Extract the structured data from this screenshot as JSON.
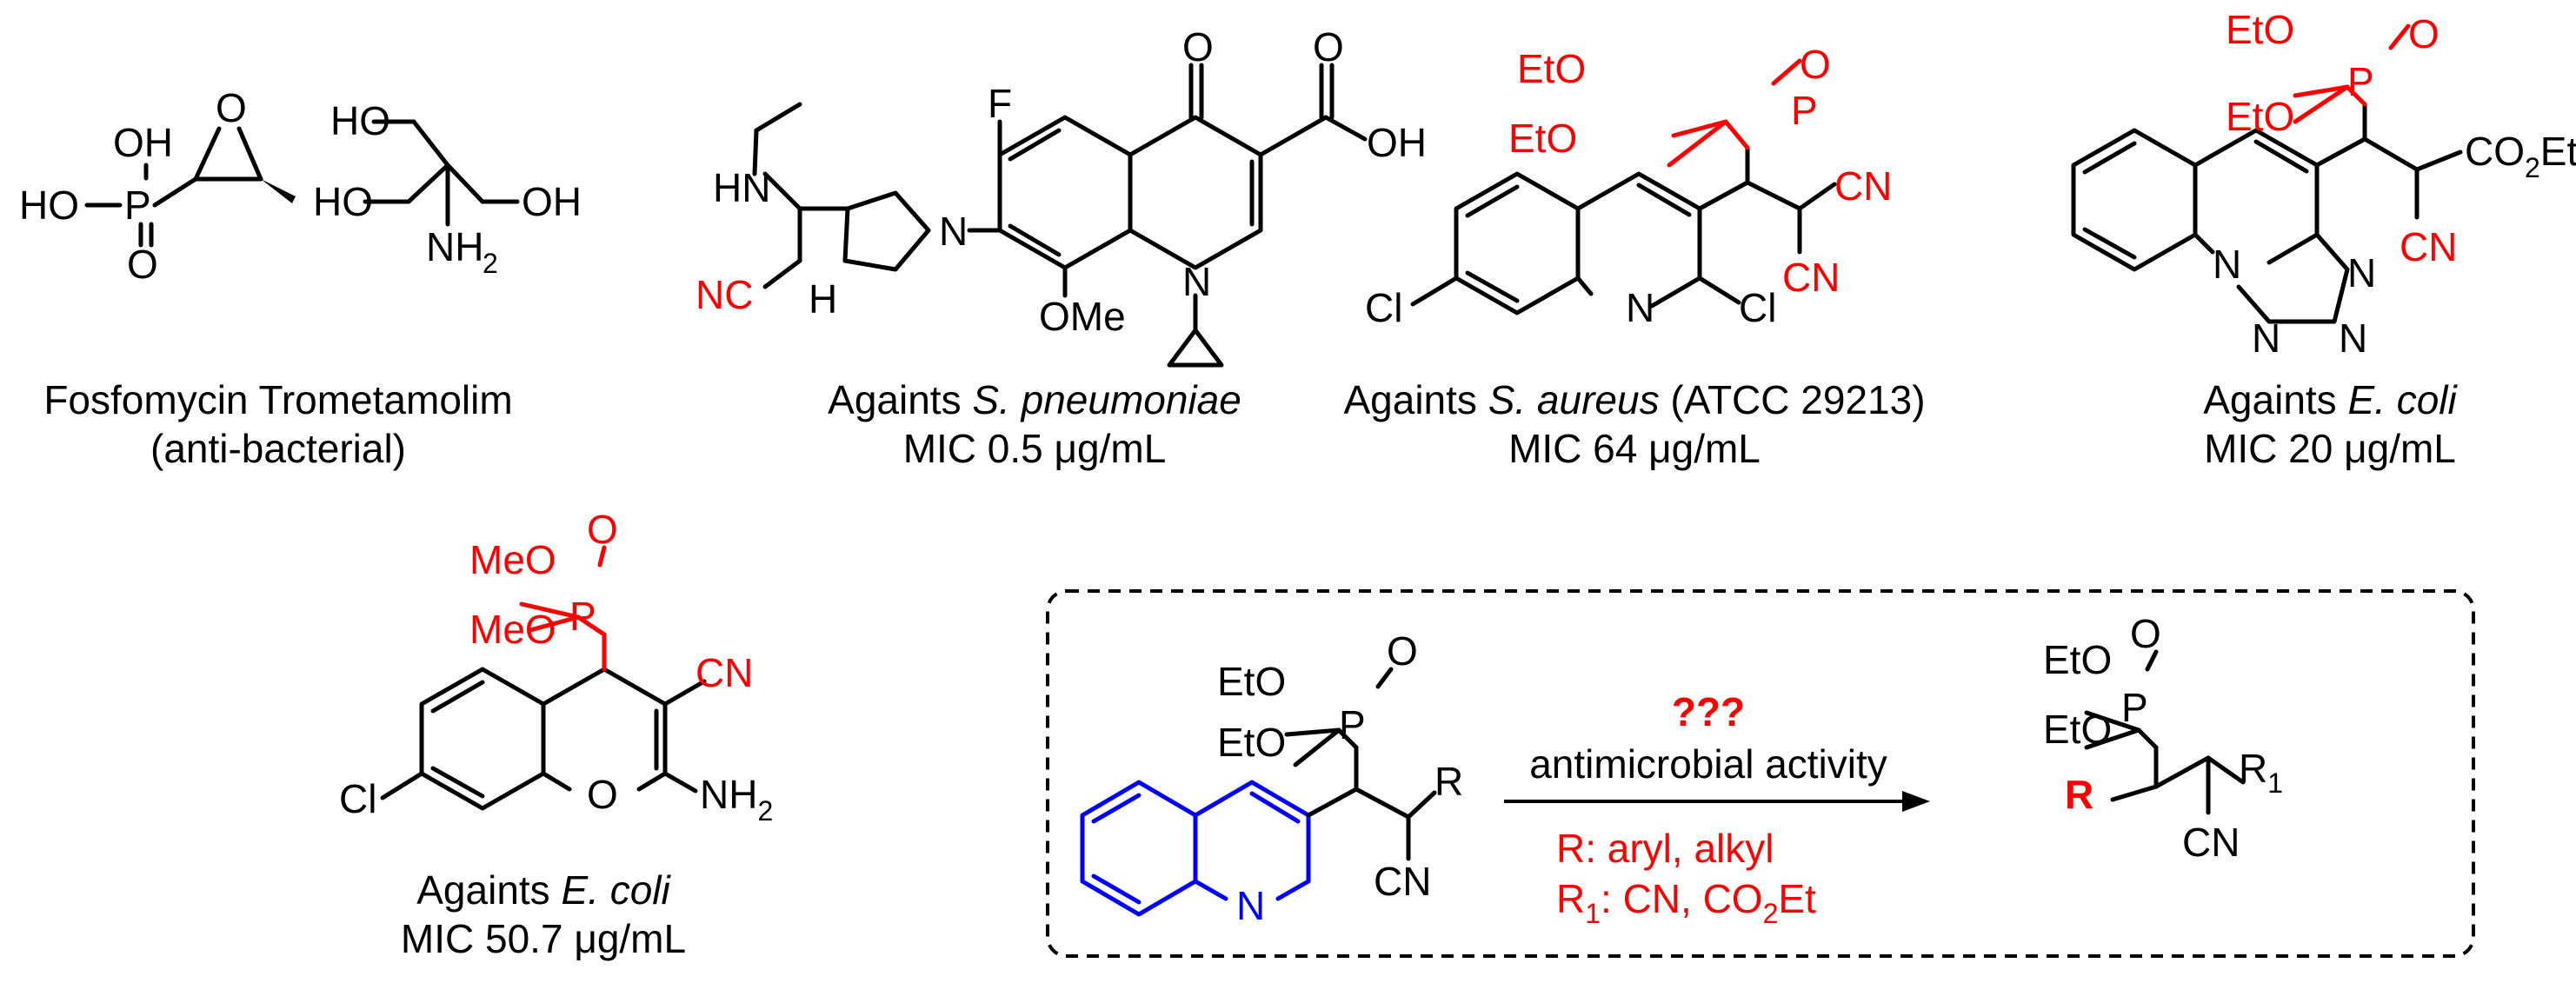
{
  "compounds": [
    {
      "caption_line1": "Fosfomycin Trometamolim",
      "caption_line2": "(anti-bacterial)",
      "atoms": [
        "OH",
        "O",
        "HO",
        "P",
        "O",
        "HO",
        "OH",
        "HO",
        "NH",
        "2"
      ]
    },
    {
      "caption_prefix": "Againts ",
      "caption_italic": "S. pneumoniae",
      "caption_line2": "MIC 0.5 μg/mL",
      "atoms": [
        "F",
        "O",
        "O",
        "OH",
        "HN",
        "N",
        "N",
        "NC",
        "H",
        "OMe"
      ]
    },
    {
      "caption_prefix": "Againts ",
      "caption_italic": "S. aureus",
      "caption_suffix": " (ATCC 29213)",
      "caption_line2": "MIC 64 μg/mL",
      "atoms": [
        "EtO",
        "O",
        "P",
        "EtO",
        "CN",
        "CN",
        "Cl",
        "N",
        "Cl"
      ]
    },
    {
      "caption_prefix": "Againts ",
      "caption_italic": "E. coli",
      "caption_line2": "MIC 20 μg/mL",
      "atoms": [
        "EtO",
        "O",
        "P",
        "EtO",
        "CO",
        "2",
        "Et",
        "CN",
        "N",
        "N",
        "N",
        "N"
      ]
    },
    {
      "caption_prefix": "Againts ",
      "caption_italic": "E. coli",
      "caption_line2": "MIC 50.7 μg/mL",
      "atoms": [
        "MeO",
        "O",
        "P",
        "MeO",
        "CN",
        "Cl",
        "O",
        "NH",
        "2"
      ]
    }
  ],
  "reaction": {
    "question": "???",
    "arrow_label": "antimicrobial activity",
    "r_line": "R: aryl, alkyl",
    "r1_prefix": "R",
    "r1_sub": "1",
    "r1_rest": ": CN, CO",
    "r1_sub2": "2",
    "r1_tail": "Et",
    "reactant_atoms": [
      "EtO",
      "O",
      "P",
      "EtO",
      "R",
      "N",
      "CN"
    ],
    "product_atoms": [
      "EtO",
      "O",
      "P",
      "EtO",
      "R",
      "R",
      "1",
      "CN"
    ]
  },
  "colors": {
    "highlight": "#ff0000",
    "quinoline": "#0000ff",
    "text": "#000000"
  }
}
